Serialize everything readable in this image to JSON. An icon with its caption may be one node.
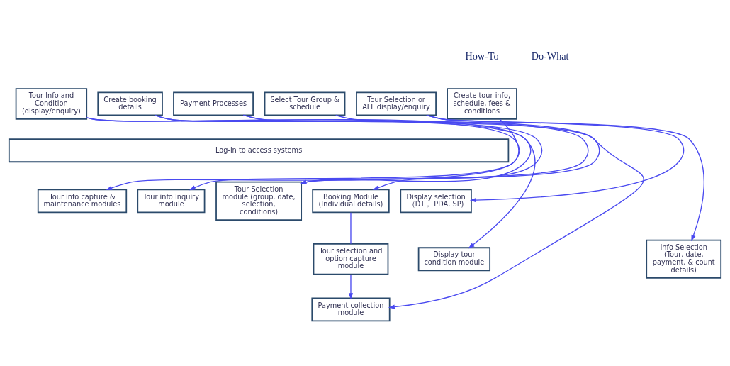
{
  "diagram": {
    "nodes": [
      {
        "text": [
          "Create tour info, schedule, fees & conditions"
        ]
      },
      {
        "text": [
          "Tour Info and Condition (display/enquiry)"
        ]
      },
      {
        "text": [
          "Create booking details"
        ]
      },
      {
        "text": [
          "Select Tour Group & schedule"
        ]
      },
      {
        "text": [
          "Payment Processes"
        ]
      },
      {
        "text": [
          "Tour Selection or ALL display/enquiry"
        ]
      },
      {
        "text": [
          "Log-in to access systems"
        ]
      },
      {
        "text": [
          "Tour info capture & maintenance modules"
        ]
      },
      {
        "text": [
          "Tour info Inquiry module"
        ]
      },
      {
        "text": [
          "Display tour condition module"
        ]
      },
      {
        "text": [
          "Tour Selection module (group, date, selection, conditions)"
        ]
      },
      {
        "text": [
          "Booking Module (Individual details)"
        ]
      },
      {
        "text": [
          "Tour selection and option capture module"
        ]
      },
      {
        "text": [
          "Payment collection module"
        ]
      },
      {
        "text": [
          "Display selection （DT， PDA, SP)"
        ]
      },
      {
        "text": [
          "Info Selection (Tour, date, payment, & count details)"
        ]
      }
    ],
    "edges": [
      {
        "from": 0,
        "to": 7,
        "arrow": "to"
      },
      {
        "from": 1,
        "to": 8,
        "arrow": "to"
      },
      {
        "from": 1,
        "to": 9,
        "arrow": "to"
      },
      {
        "from": 2,
        "to": 10,
        "arrow": "to"
      },
      {
        "from": 2,
        "to": 11,
        "arrow": "to"
      },
      {
        "from": 3,
        "to": 10,
        "arrow": "to"
      },
      {
        "from": 4,
        "to": 10,
        "arrow": "to"
      },
      {
        "from": 4,
        "to": 13,
        "arrow": "to"
      },
      {
        "from": 5,
        "to": 14,
        "arrow": "to"
      },
      {
        "from": 5,
        "to": 15,
        "arrow": "to"
      },
      {
        "from": 11,
        "to": 12,
        "arrow": "none"
      },
      {
        "from": 12,
        "to": 13,
        "arrow": "to"
      }
    ],
    "labels": [
      "How-To",
      "Do-What"
    ]
  }
}
